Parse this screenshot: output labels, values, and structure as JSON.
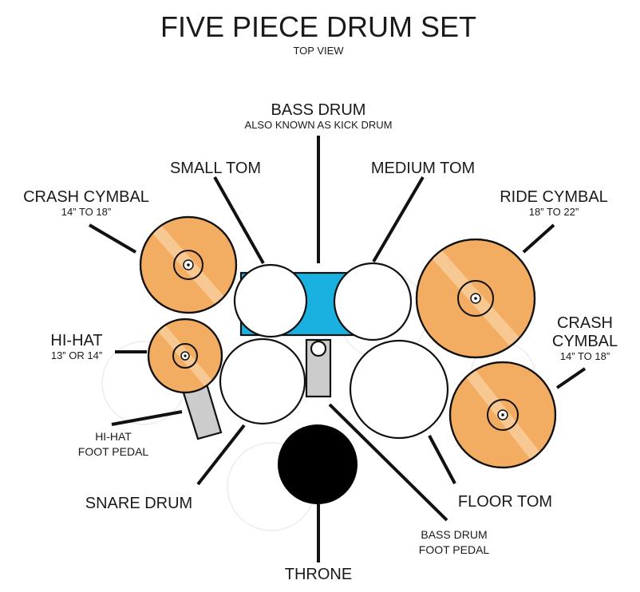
{
  "title": "FIVE PIECE DRUM SET",
  "subtitle": "TOP VIEW",
  "colors": {
    "cymbal": "#f2ad62",
    "cymbal_highlight": "#f8d2a2",
    "bass_drum": "#1ab0e0",
    "drum_head": "#ffffff",
    "pedal": "#cccccc",
    "throne": "#000000",
    "outline": "#111111"
  },
  "labels": {
    "bass_drum": {
      "name": "BASS DRUM",
      "note": "ALSO KNOWN AS KICK DRUM"
    },
    "small_tom": {
      "name": "SMALL TOM"
    },
    "medium_tom": {
      "name": "MEDIUM TOM"
    },
    "crash_left": {
      "name": "CRASH CYMBAL",
      "size": "14” TO 18”"
    },
    "ride": {
      "name": "RIDE CYMBAL",
      "size": "18” TO 22”"
    },
    "crash_right": {
      "name_line1": "CRASH",
      "name_line2": "CYMBAL",
      "size": "14” TO 18”"
    },
    "hihat": {
      "name": "HI-HAT",
      "size": "13” OR 14”"
    },
    "hihat_pedal": {
      "line1": "HI-HAT",
      "line2": "FOOT PEDAL"
    },
    "snare": {
      "name": "SNARE DRUM"
    },
    "floor_tom": {
      "name": "FLOOR TOM"
    },
    "bass_pedal": {
      "line1": "BASS DRUM",
      "line2": "FOOT PEDAL"
    },
    "throne": {
      "name": "THRONE"
    }
  }
}
